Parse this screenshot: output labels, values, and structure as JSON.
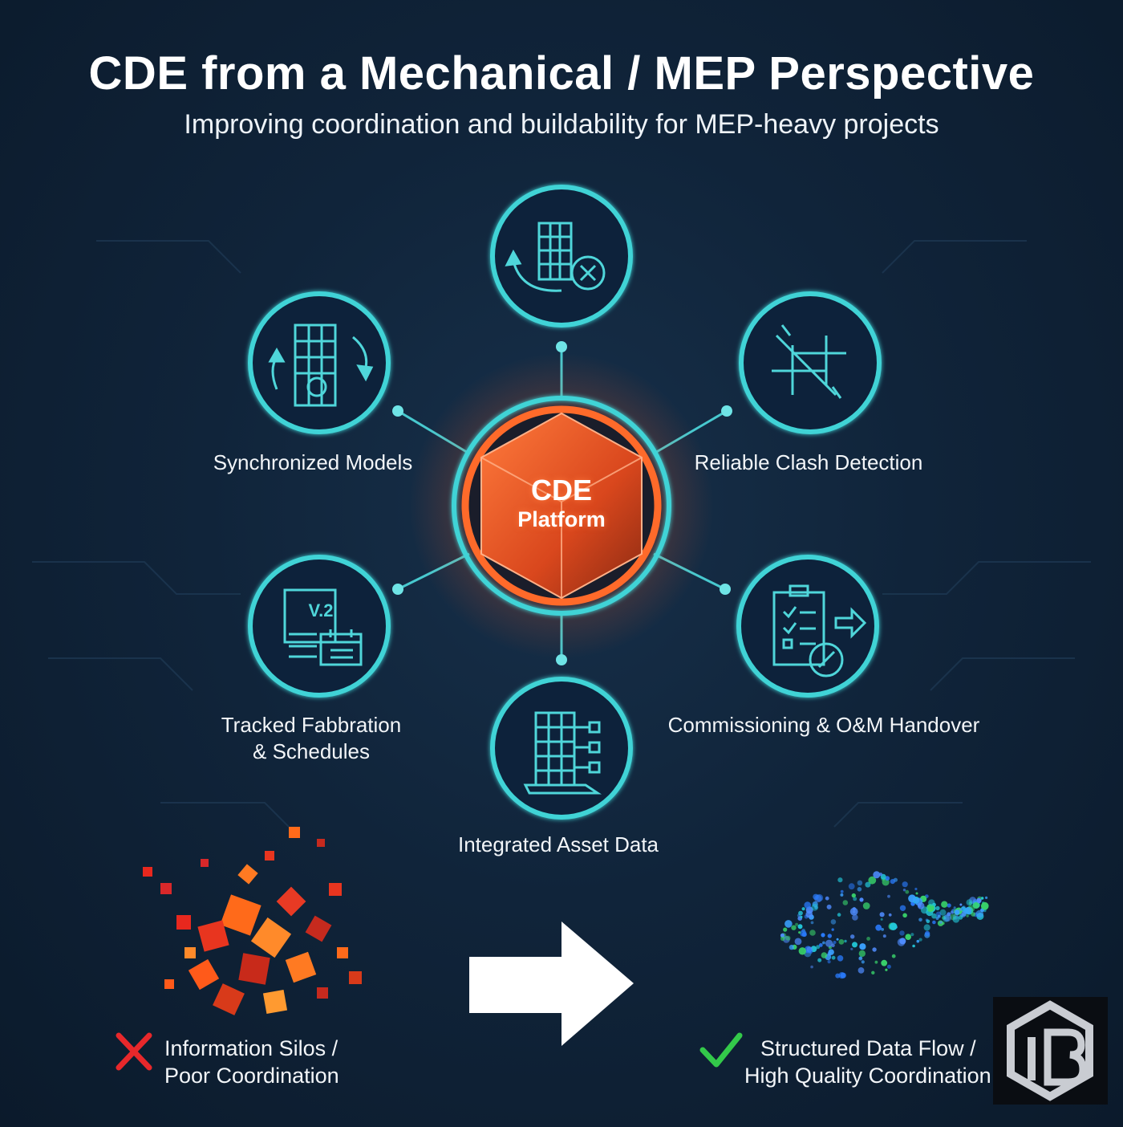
{
  "title": "CDE from a Mechanical / MEP Perspective",
  "subtitle": "Improving coordination and buildability for MEP-heavy projects",
  "hub": {
    "line1": "CDE",
    "line2": "Platform"
  },
  "nodes": {
    "top": "",
    "synchronized_models": "Synchronized Models",
    "clash_detection": "Reliable Clash Detection",
    "fabrication_line1": "Tracked Fabbration",
    "fabrication_line2": "& Schedules",
    "commissioning": "Commissioning & O&M Handover",
    "asset_data": "Integrated Asset Data"
  },
  "icons": {
    "top": "building-cross-icon",
    "synchronized_models": "building-sync-icon",
    "clash_detection": "clash-lines-icon",
    "fabrication": "version-calendar-icon",
    "commissioning": "clipboard-wrench-icon",
    "asset_data": "building-data-icon"
  },
  "icon_text": {
    "version": "V.2"
  },
  "bottom": {
    "before_line1": "Information Silos /",
    "before_line2": "Poor Coordination",
    "after_line1": "Structured Data Flow /",
    "after_line2": "High Quality Coordination"
  },
  "colors": {
    "accent_cyan": "#3fd3d6",
    "accent_orange": "#ff6a2a",
    "bad_red": "#e8282b",
    "good_green": "#33c94a"
  }
}
